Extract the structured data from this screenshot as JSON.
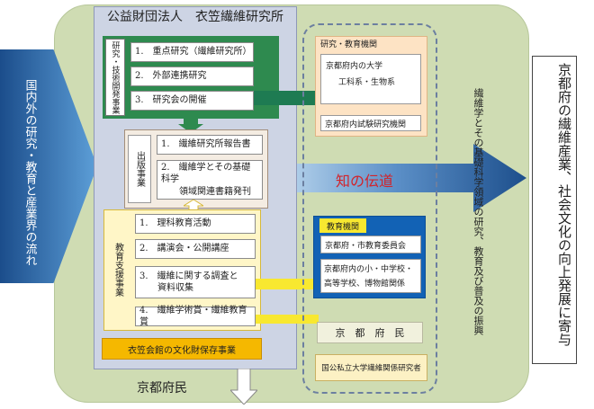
{
  "institute": {
    "title": "公益財団法人　衣笠繊維研究所"
  },
  "left_arrow": {
    "label": "国内外の研究・教育と産業界の流れ"
  },
  "research": {
    "label": "研究・技術開発事業",
    "items": [
      "1.　重点研究（繊維研究所）",
      "2.　外部連携研究",
      "3.　研究会の開催"
    ]
  },
  "publication": {
    "label": "出版事業",
    "items": [
      "1.　繊維研究所報告書",
      "2.　繊維学とその基礎科学\n　　領域関連書籍発刊"
    ]
  },
  "education": {
    "label": "教育支援事業",
    "items": [
      "1.　理科教育活動",
      "2.　講演会・公開講座",
      "3.　繊維に関する調査と\n　　資料収集",
      "4.　繊維学術賞・繊維教育賞"
    ]
  },
  "heritage": {
    "label": "衣笠会館の文化財保存事業"
  },
  "bottom_label": "京都府民",
  "research_orgs": {
    "header": "研究・教育機関",
    "line1": "京都府内の大学",
    "line2": "工科系・生物系",
    "line3": "京都府内試験研究機関"
  },
  "knowledge_arrow": {
    "label": "知の伝道"
  },
  "edu_orgs": {
    "header": "教育機関",
    "line1": "京都府・市教育委員会",
    "line2": "京都府内の小・中学校・",
    "line3": "高等学校、博物館関係"
  },
  "citizens": {
    "label": "京　都　府　民"
  },
  "universities": {
    "label": "国公私立大学繊維関係研究者"
  },
  "middle_text": "繊維学とその基礎科学領域の研究、教育及び普及の振興",
  "right_box": "京都府の繊維産業、社会文化の向上発展に寄与",
  "colors": {
    "green_bg": "#cfdcb3",
    "arrow_blue": "#1d4f8c",
    "accent_red": "#d2232a",
    "yellow": "#f8e830",
    "teal_connector": "#1e7b52"
  }
}
